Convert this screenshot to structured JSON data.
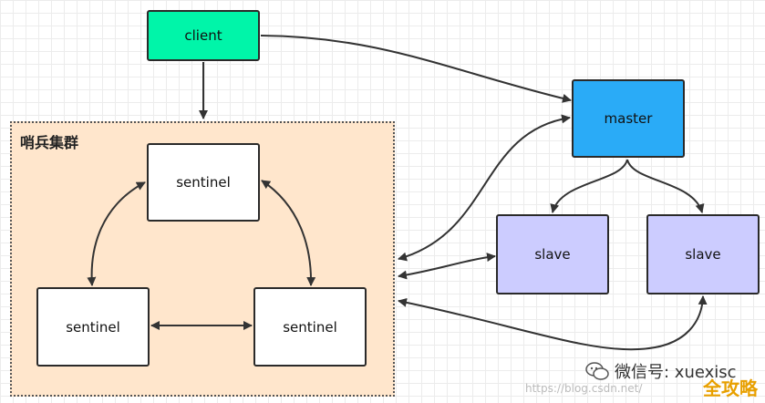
{
  "cluster": {
    "label": "哨兵集群"
  },
  "nodes": {
    "client": "client",
    "master": "master",
    "slave_1": "slave",
    "slave_2": "slave",
    "sentinel_top": "sentinel",
    "sentinel_left": "sentinel",
    "sentinel_right": "sentinel"
  },
  "watermark": {
    "account": "微信号: xuexisc",
    "url": "https://blog.csdn.net/",
    "badge": "全攻略"
  },
  "colors": {
    "client": "#00f5a9",
    "master": "#2aabf7",
    "slave": "#ccccff",
    "sentinel": "#ffffff",
    "cluster_bg": "#ffe6cc"
  }
}
